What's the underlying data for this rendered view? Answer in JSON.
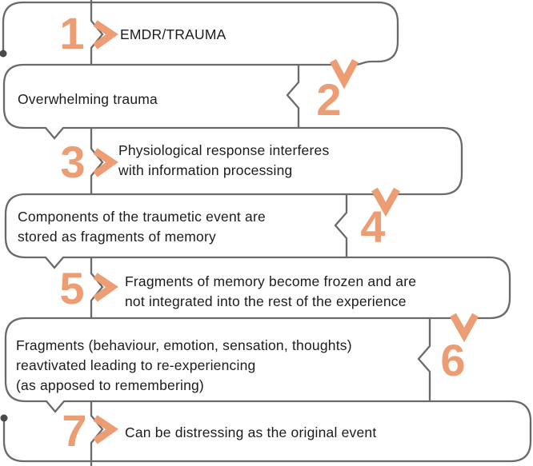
{
  "palette": {
    "accent": "#EC9D74",
    "line": "#6A6A6A",
    "dot": "#4A4A4A",
    "text": "#1C1C1C",
    "background": "#FFFFFF"
  },
  "diagram": {
    "type": "numbered-flow-snake",
    "title": "EMDR/TRAUMA"
  },
  "steps": [
    {
      "number": "1",
      "side": "left",
      "lines": [
        "EMDR/TRAUMA"
      ]
    },
    {
      "number": "2",
      "side": "right",
      "lines": [
        "Overwhelming trauma"
      ]
    },
    {
      "number": "3",
      "side": "left",
      "lines": [
        "Physiological response interferes",
        "with information processing"
      ]
    },
    {
      "number": "4",
      "side": "right",
      "lines": [
        "Components of the traumetic event are",
        "stored as fragments of memory"
      ]
    },
    {
      "number": "5",
      "side": "left",
      "lines": [
        "Fragments of memory become frozen and are",
        "not integrated into the rest of the experience"
      ]
    },
    {
      "number": "6",
      "side": "right",
      "lines": [
        "Fragments (behaviour, emotion, sensation, thoughts)",
        "reavtivated leading to re-experiencing",
        "(as apposed to remembering)"
      ]
    },
    {
      "number": "7",
      "side": "left",
      "lines": [
        "Can be distressing as the original event"
      ]
    }
  ]
}
